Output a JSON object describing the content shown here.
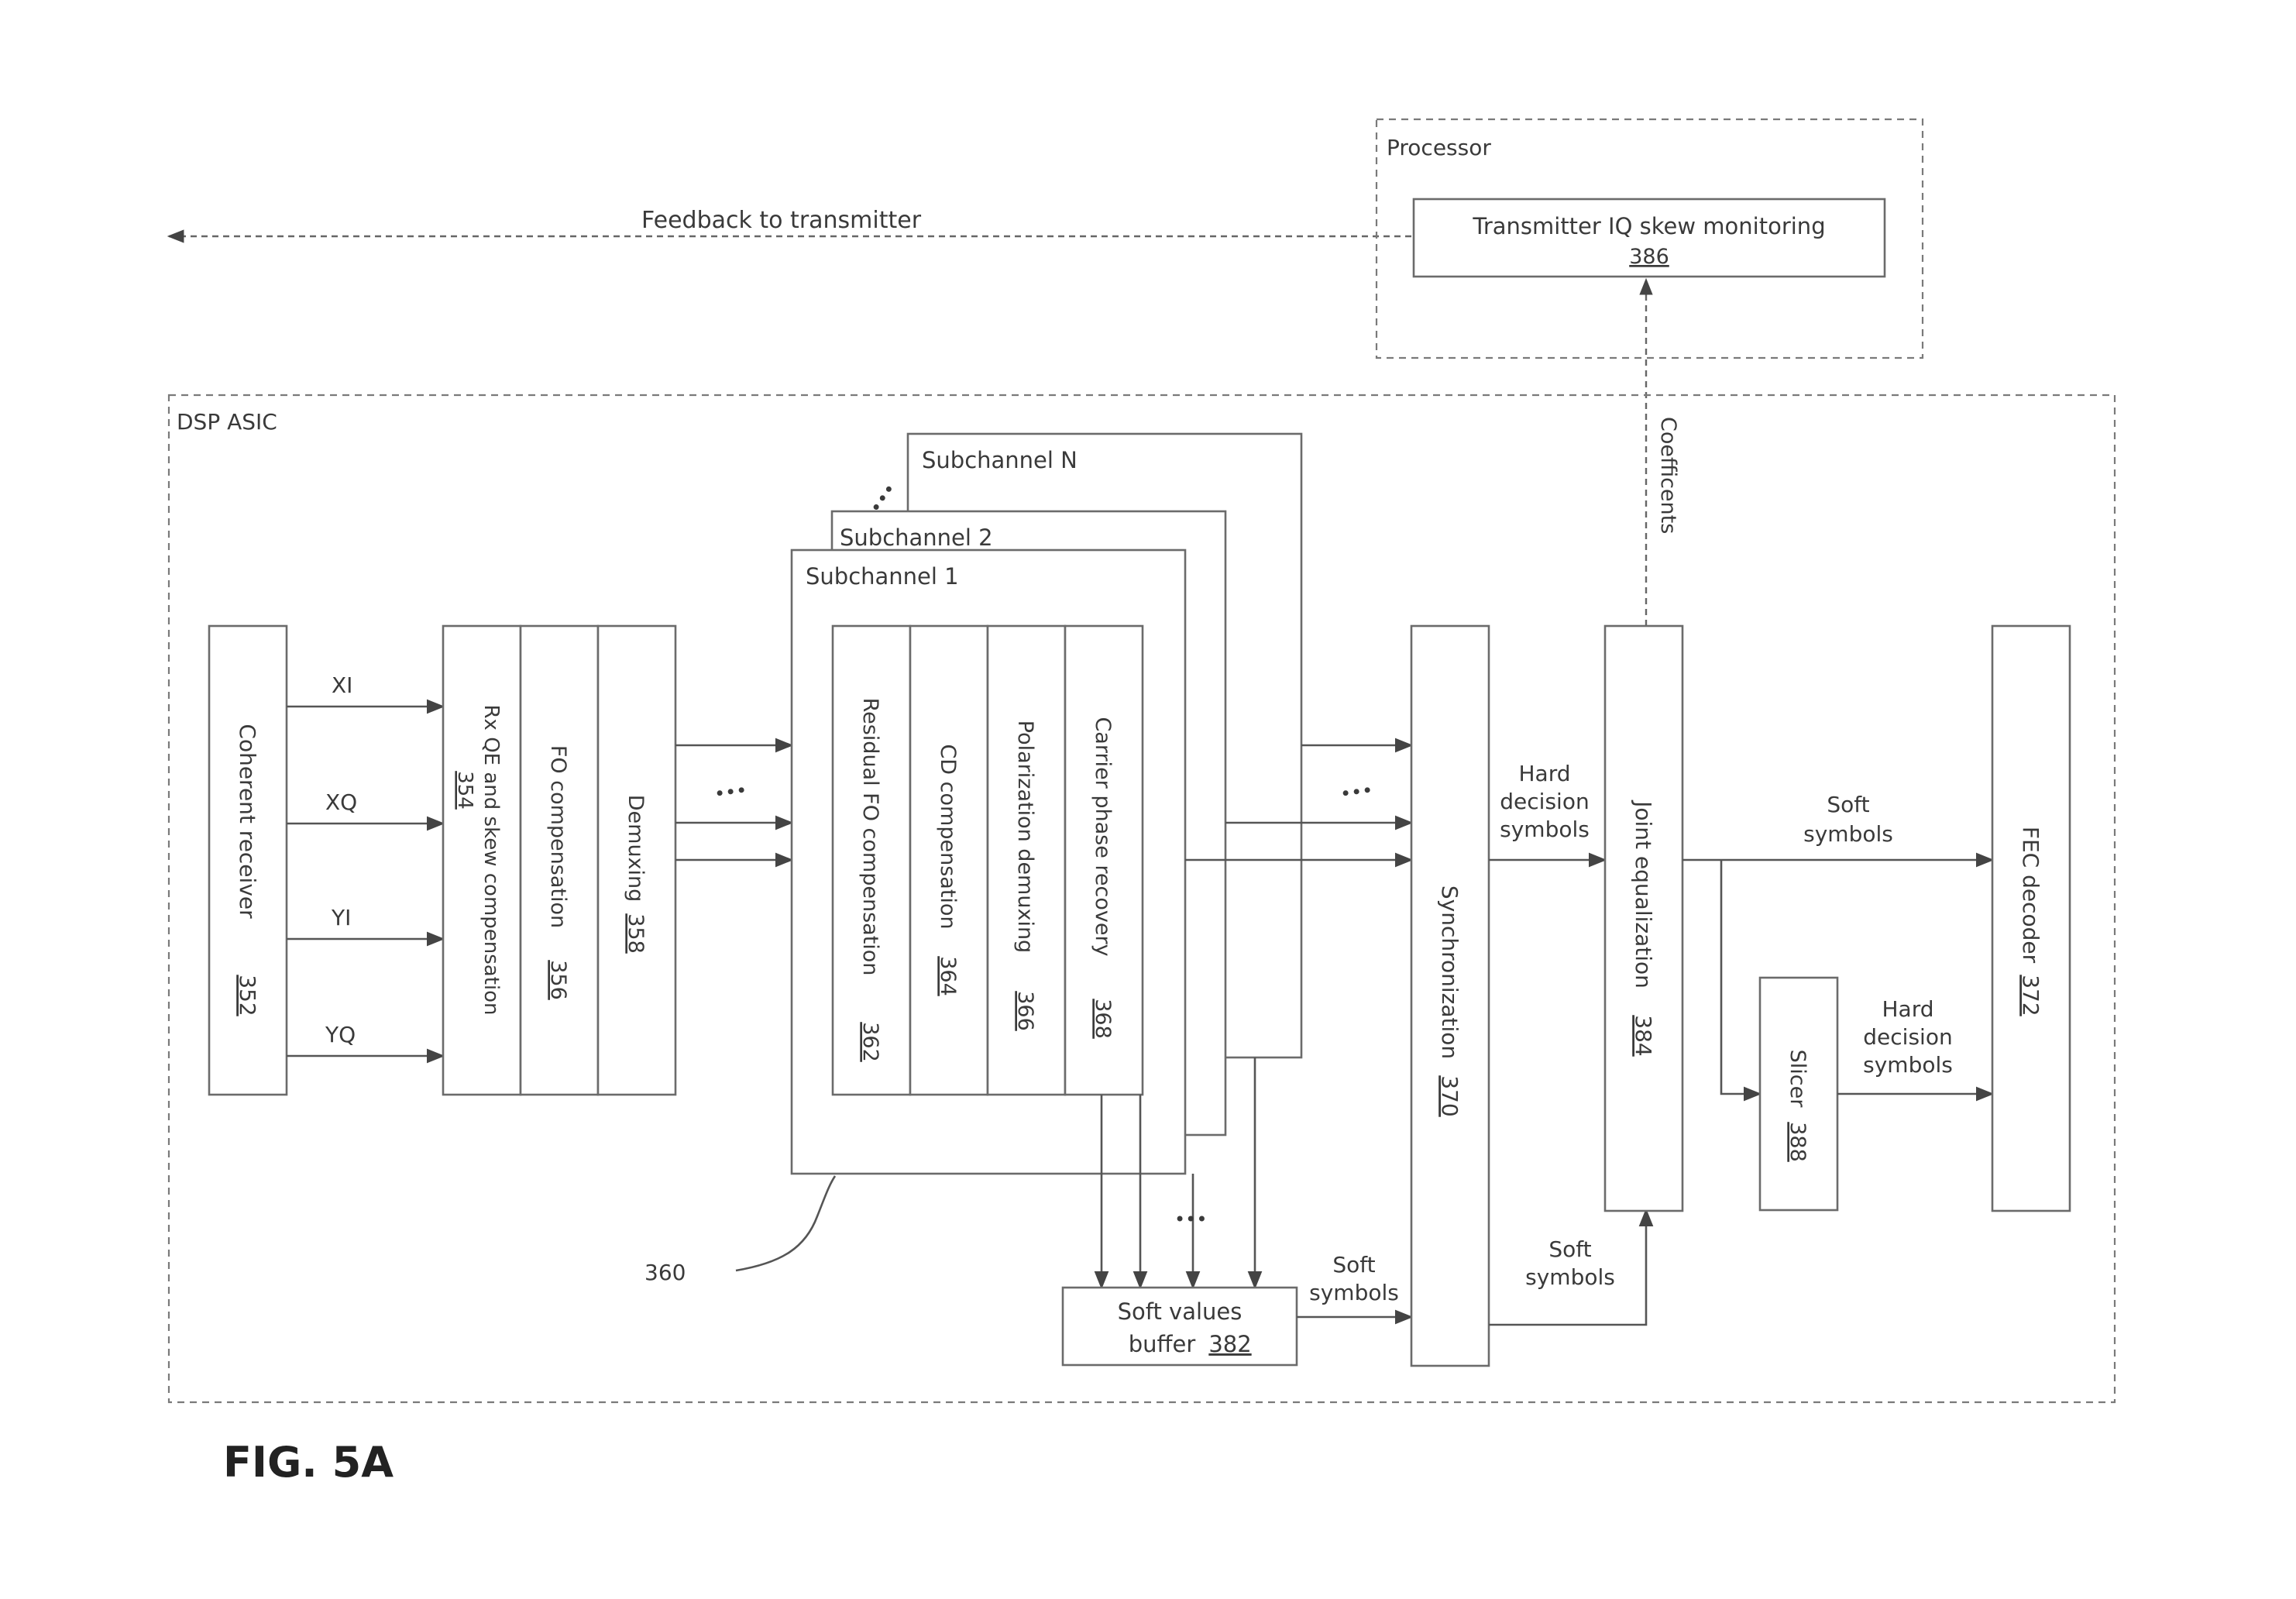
{
  "figure_label": "FIG. 5A",
  "feedback": "Feedback to transmitter",
  "processor": {
    "title": "Processor",
    "monitor_label": "Transmitter IQ skew monitoring",
    "monitor_ref": "386"
  },
  "coefficients": "Coefficents",
  "dsp_title": "DSP ASIC",
  "coherent": {
    "label": "Coherent receiver",
    "ref": "352"
  },
  "signals": [
    "XI",
    "XQ",
    "YI",
    "YQ"
  ],
  "rxqe": {
    "label1": "Rx QE and skew compensation",
    "ref": "354"
  },
  "fo": {
    "label": "FO compensation",
    "ref": "356"
  },
  "demuxing": {
    "label": "Demuxing",
    "ref": "358"
  },
  "subchannels": {
    "n": "Subchannel N",
    "two": "Subchannel 2",
    "one": "Subchannel 1"
  },
  "inner_blocks": [
    {
      "label": "Residual FO compensation",
      "ref": "362"
    },
    {
      "label": "CD compensation",
      "ref": "364"
    },
    {
      "label": "Polarization demuxing",
      "ref": "366"
    },
    {
      "label": "Carrier phase recovery",
      "ref": "368"
    }
  ],
  "ref_360": "360",
  "ellipsis": "•••",
  "soft_buffer": {
    "line1": "Soft values",
    "line2": "buffer",
    "ref": "382"
  },
  "synchronization": {
    "label": "Synchronization",
    "ref": "370"
  },
  "joint_eq": {
    "label": "Joint equalization",
    "ref": "384"
  },
  "slicer": {
    "label": "Slicer",
    "ref": "388"
  },
  "fec": {
    "label": "FEC decoder",
    "ref": "372"
  },
  "hard_decision_1": [
    "Hard",
    "decision",
    "symbols"
  ],
  "hard_decision_2": [
    "Hard",
    "decision",
    "symbols"
  ],
  "soft_symbols_top": [
    "Soft",
    "symbols"
  ],
  "soft_symbols_buf": [
    "Soft",
    "symbols"
  ],
  "soft_symbols_eq": [
    "Soft",
    "symbols"
  ]
}
